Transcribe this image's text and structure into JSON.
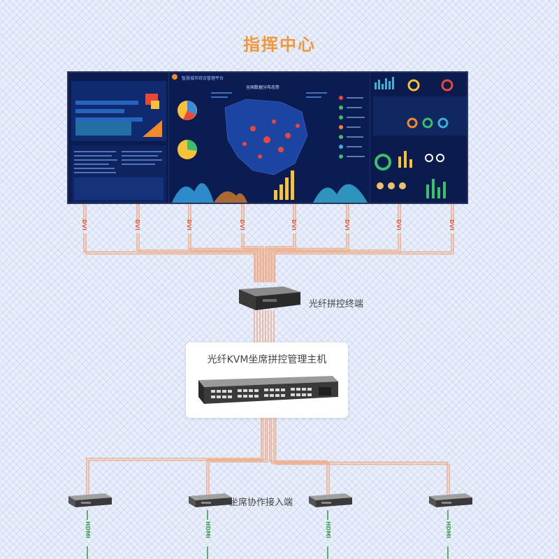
{
  "title": "指挥中心",
  "wall": {
    "header": "智慧城市综合管理平台",
    "map_title": "全国数据分布态势"
  },
  "inputs": {
    "label": "DVI",
    "count": 8
  },
  "fiber_terminal": {
    "label": "光纤拼控终端"
  },
  "main_host": {
    "label": "光纤KVM坐席拼控管理主机"
  },
  "seat_terminal": {
    "label": "坐席协作接入端",
    "count": 4
  },
  "outputs": {
    "label": "HDMI"
  },
  "colors": {
    "title": "#f0973a",
    "wire": "#f0a67c",
    "dvi": "#e8603a",
    "hdmi": "#3aa04a"
  }
}
